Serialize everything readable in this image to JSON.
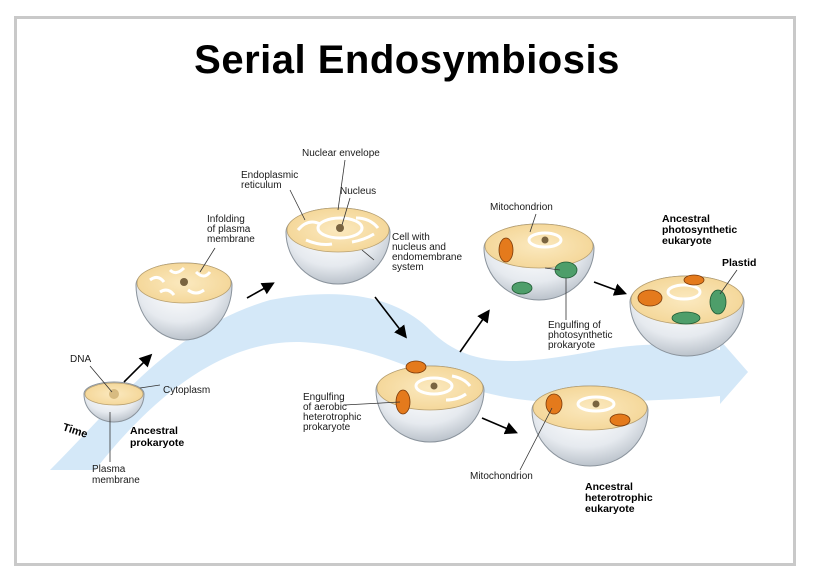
{
  "title": "Serial Endosymbiosis",
  "time_label": "Time",
  "labels": {
    "dna": "DNA",
    "cytoplasm": "Cytoplasm",
    "ancestral_prokaryote": [
      "Ancestral",
      "prokaryote"
    ],
    "plasma_membrane": [
      "Plasma",
      "membrane"
    ],
    "infolding": [
      "Infolding",
      "of plasma",
      "membrane"
    ],
    "endoplasmic_reticulum": [
      "Endoplasmic",
      "reticulum"
    ],
    "nuclear_envelope": "Nuclear envelope",
    "nucleus": "Nucleus",
    "cell_with_nucleus": [
      "Cell with",
      "nucleus and",
      "endomembrane",
      "system"
    ],
    "engulfing_aerobic": [
      "Engulfing",
      "of aerobic",
      "heterotrophic",
      "prokaryote"
    ],
    "mitochondrion_top": "Mitochondrion",
    "engulfing_photo": [
      "Engulfing of",
      "photosynthetic",
      "prokaryote"
    ],
    "mitochondrion_bottom": "Mitochondrion",
    "ancestral_heterotrophic": [
      "Ancestral",
      "heterotrophic",
      "eukaryote"
    ],
    "ancestral_photosynthetic": [
      "Ancestral",
      "photosynthetic",
      "eukaryote"
    ],
    "plastid": "Plastid"
  },
  "colors": {
    "band": "#cfe6f7",
    "cytoplasm": "#f7dfa8",
    "cell_shell": "#e2e6ea",
    "mitochondrion": "#e47a1c",
    "plastid": "#4e9e6a"
  }
}
